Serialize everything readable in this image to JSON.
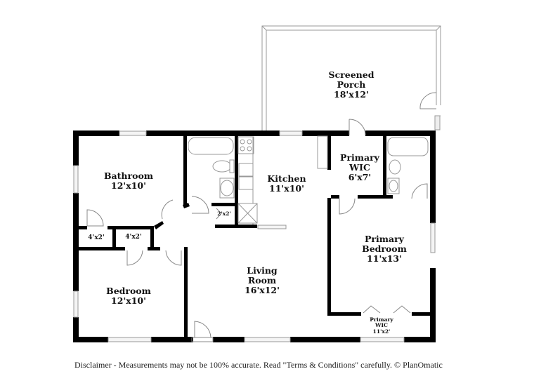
{
  "floorplan": {
    "rooms": [
      {
        "id": "screened-porch",
        "name_lines": [
          "Screened",
          "Porch"
        ],
        "dims": "18'x12'"
      },
      {
        "id": "bathroom",
        "name_lines": [
          "Bathroom"
        ],
        "dims": "12'x10'"
      },
      {
        "id": "kitchen",
        "name_lines": [
          "Kitchen"
        ],
        "dims": "11'x10'"
      },
      {
        "id": "primary-wic",
        "name_lines": [
          "Primary",
          "WIC"
        ],
        "dims": "6'x7'"
      },
      {
        "id": "primary-bedroom",
        "name_lines": [
          "Primary",
          "Bedroom"
        ],
        "dims": "11'x13'"
      },
      {
        "id": "living-room",
        "name_lines": [
          "Living",
          "Room"
        ],
        "dims": "16'x12'"
      },
      {
        "id": "bedroom",
        "name_lines": [
          "Bedroom"
        ],
        "dims": "12'x10'"
      },
      {
        "id": "closet-1",
        "name_lines": [],
        "dims": "4'x2'"
      },
      {
        "id": "closet-2",
        "name_lines": [],
        "dims": "4'x2'"
      },
      {
        "id": "pantry",
        "name_lines": [],
        "dims": "2'x2'"
      },
      {
        "id": "primary-wic-2",
        "name_lines": [
          "Primary",
          "WIC"
        ],
        "dims": "11'x2'"
      }
    ],
    "wall_color": "#000000",
    "window_color": "#cccccc"
  },
  "footer": {
    "disclaimer": "Disclaimer - Measurements may not be 100% accurate. Read \"Terms & Conditions\" carefully. © PlanOmatic"
  }
}
